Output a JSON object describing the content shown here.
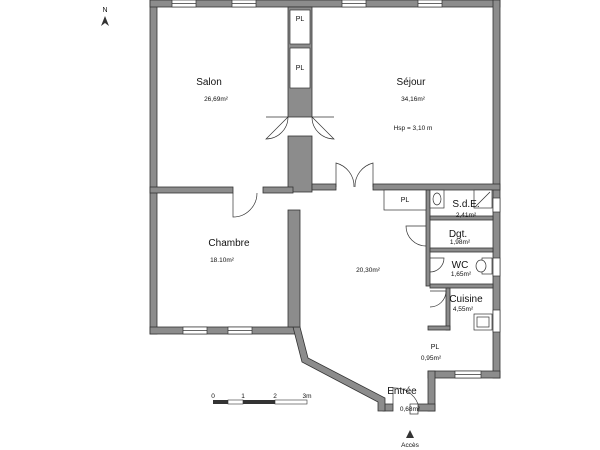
{
  "north": "N",
  "rooms": [
    {
      "name": "Salon",
      "area": "26,69m²"
    },
    {
      "name": "Séjour",
      "area": "34,16m²",
      "note": "Hsp = 3,10 m"
    },
    {
      "name": "Chambre",
      "area": "18.10m²"
    },
    {
      "name": "",
      "area": "20,30m²"
    },
    {
      "name": "S.d.E.",
      "area": "2,41m²"
    },
    {
      "name": "Dgt.",
      "area": "1,98m²"
    },
    {
      "name": "WC",
      "area": "1,65m²"
    },
    {
      "name": "Cuisine",
      "area": "4,55m²"
    },
    {
      "name": "PL",
      "area": "0,95m²"
    },
    {
      "name": "Entrée",
      "area": "0,68m²"
    }
  ],
  "placards": [
    "PL",
    "PL",
    "PL"
  ],
  "scale": {
    "ticks": [
      "0",
      "1",
      "2",
      "3m"
    ]
  },
  "access": "Accès",
  "colors": {
    "wall": "#8c8c8c",
    "line": "#333333",
    "background": "#ffffff"
  }
}
